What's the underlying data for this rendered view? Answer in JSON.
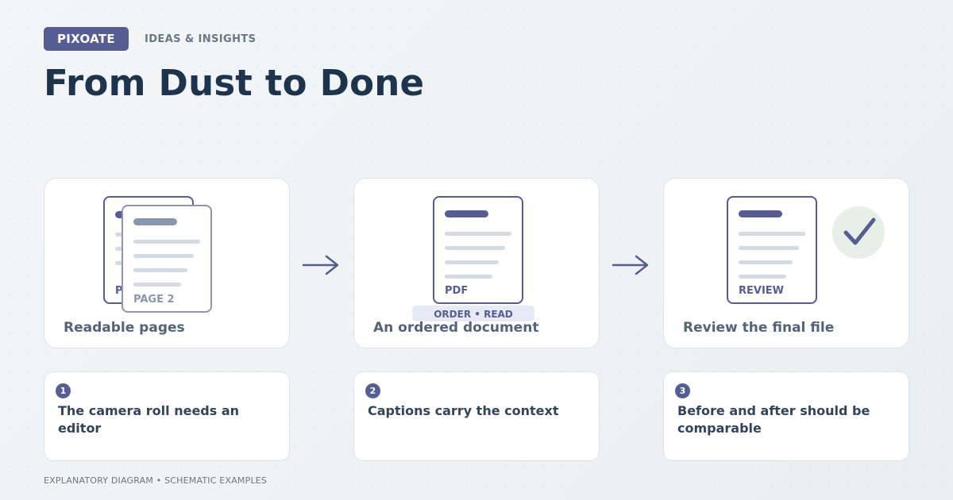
{
  "header": {
    "brand": "PIXOATE",
    "section": "IDEAS & INSIGHTS",
    "title": "From Dust to Done"
  },
  "steps": [
    {
      "label": "Readable pages",
      "doc_back_tag": "PAGE 1",
      "doc_front_tag": "PAGE 2",
      "number": "1",
      "note": "The camera roll needs an editor"
    },
    {
      "label": "An ordered document",
      "doc_tag": "PDF",
      "pill": "ORDER • READ",
      "number": "2",
      "note": "Captions carry the context"
    },
    {
      "label": "Review the final file",
      "doc_tag": "REVIEW",
      "number": "3",
      "note": "Before and after should be comparable"
    }
  ],
  "footer": "EXPLANATORY DIAGRAM • SCHEMATIC EXAMPLES",
  "colors": {
    "accent": "#555d92",
    "title": "#1e344d",
    "check_bg": "#e7efe8",
    "muted_line": "#d3dae2"
  }
}
